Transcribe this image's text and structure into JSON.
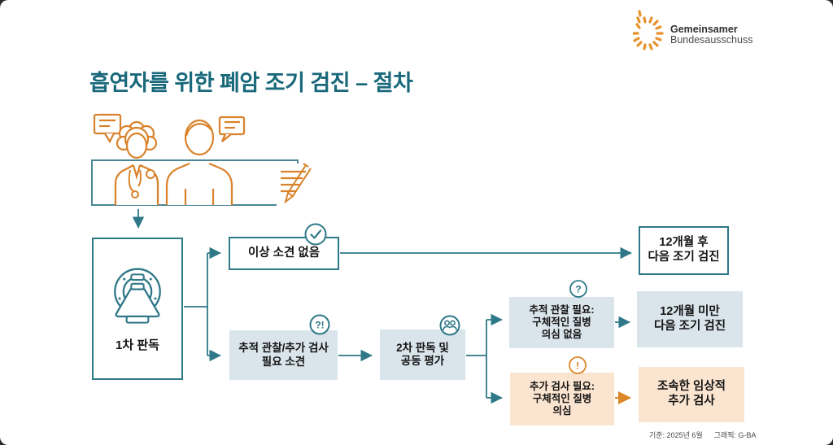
{
  "page": {
    "title": "흡연자를 위한 폐암 조기 검진 – 절차",
    "footer": {
      "as_of": "기준: 2025년 6월",
      "credit": "그래픽: G-BA"
    }
  },
  "logo": {
    "name_bold": "Gemeinsamer",
    "name_regular": "Bundesausschuss",
    "mark": "orange-sunburst-b"
  },
  "colors": {
    "title_teal": "#19697B",
    "line_teal": "#2E7888",
    "accent_orange": "#DD8627",
    "box_blue_fill": "#D9E4EB",
    "box_peach_fill": "#FBE5D1",
    "text_dark": "#141414"
  },
  "flow": {
    "entry_illustration": "doctor-patient-consultation",
    "first_read": {
      "label": "1차 판독",
      "icon": "ct-scanner"
    },
    "no_findings": {
      "label": "이상 소견 없음",
      "icon": "check"
    },
    "next_screening_12m": {
      "line1": "12개월 후",
      "line2": "다음 조기 검진"
    },
    "followup_findings": {
      "line1": "추적 관찰/추가 검사",
      "line2": "필요 소견",
      "icon_glyph": "?!"
    },
    "second_read": {
      "line1": "2차 판독 및",
      "line2": "공동 평가",
      "icon": "two-people"
    },
    "observation_needed": {
      "line1": "추적 관찰 필요:",
      "line2": "구체적인 질병",
      "line3": "의심 없음",
      "icon_glyph": "?"
    },
    "screening_under_12m": {
      "line1": "12개월 미만",
      "line2": "다음 조기 검진"
    },
    "exam_needed": {
      "line1": "추가 검사 필요:",
      "line2": "구체적인 질병",
      "line3": "의심",
      "icon_glyph": "!"
    },
    "prompt_clinical_exam": {
      "line1": "조속한 임상적",
      "line2": "추가 검사"
    }
  }
}
